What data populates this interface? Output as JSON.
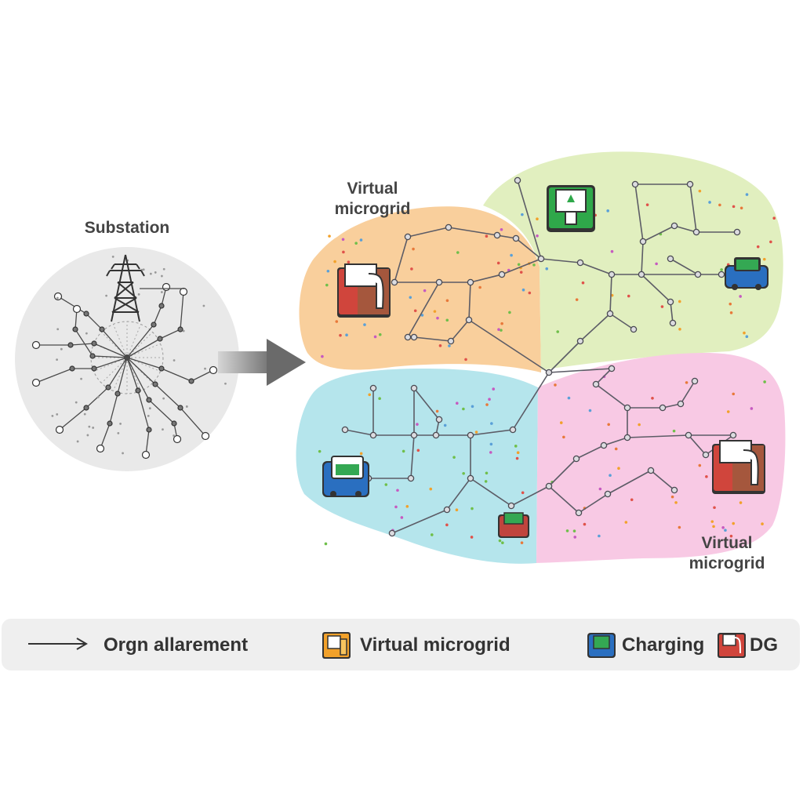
{
  "labels": {
    "substation": "Substation",
    "microgrid_top": "Virtual microgrid",
    "microgrid_bottom": "Virtual microgrid"
  },
  "legend": {
    "arrow_label": "Orgn allarement",
    "microgrid_label": "Virtual microgrid",
    "charging_label": "Charging",
    "dg_label": "DG"
  },
  "colors": {
    "region_orange": "#f9cf9c",
    "region_green": "#e1efbf",
    "region_cyan": "#b5e5ec",
    "region_pink": "#f8c9e4",
    "substation_bg": "#e9e9e9",
    "edge": "#606068",
    "node_fill": "#d8d8dc",
    "node_stroke": "#4a4a52",
    "charging_green": "#2fa84a",
    "dg_red": "#d0453c",
    "ev_blue": "#2a6fc0"
  },
  "icons": {
    "substation": "transmission-tower-icon",
    "flow_arrow": "arrow-right-icon",
    "dg": "dg-generator-icon",
    "charging": "charging-station-icon",
    "ev": "electric-vehicle-icon"
  }
}
